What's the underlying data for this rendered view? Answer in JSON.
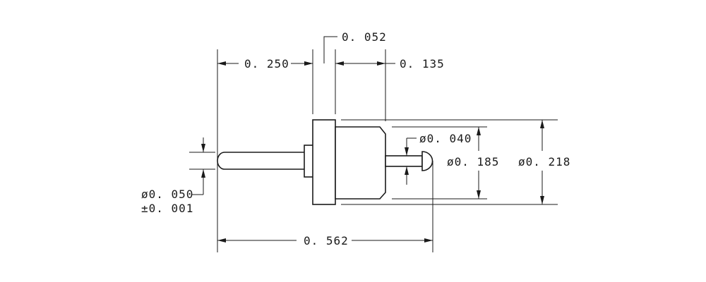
{
  "drawing": {
    "type": "mechanical-dimension-drawing",
    "colors": {
      "line": "#1a1a1a",
      "background": "#ffffff",
      "knurl": "#1a1a1a"
    },
    "dimensions": {
      "left_length": "0. 250",
      "flange_width": "0. 052",
      "knurl_length": "0. 135",
      "tip_diameter": "ø0. 040",
      "body_diameter": "ø0. 185",
      "flange_diameter": "ø0. 218",
      "pin_diameter_line1": "ø0. 050",
      "pin_diameter_line2": "±0. 001",
      "overall_length": "0. 562"
    }
  }
}
